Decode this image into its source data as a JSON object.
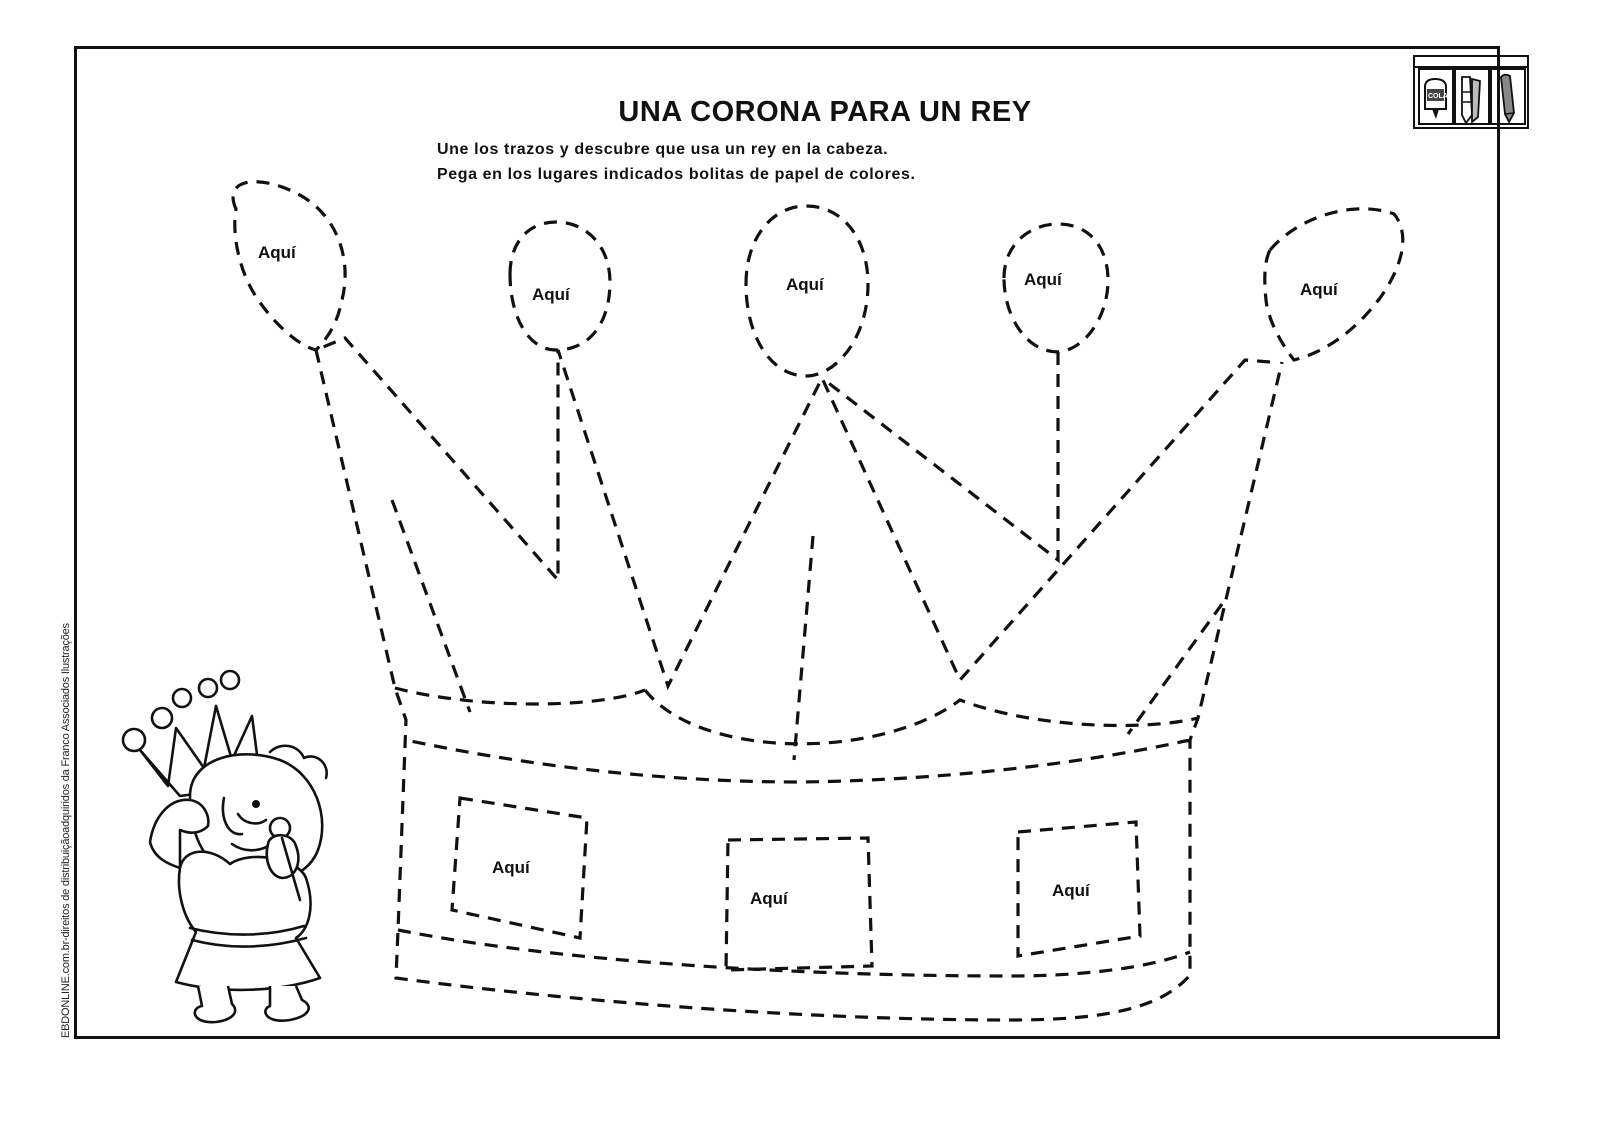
{
  "worksheet": {
    "title": "UNA CORONA PARA UN REY",
    "instructions": [
      "Une los trazos y descubre que usa un rey en la cabeza.",
      "Pega en los lugares indicados bolitas de papel de colores."
    ],
    "credit": "EBDONLINE.com.br-direitos de distribuiçãoadquiridos da Franco Associados Ilustrações",
    "tools_icons": [
      "glue-icon",
      "crayons-icon",
      "pencil-icon"
    ]
  },
  "crown": {
    "ball_labels": [
      "Aquí",
      "Aquí",
      "Aquí",
      "Aquí",
      "Aquí"
    ],
    "gem_labels": [
      "Aquí",
      "Aquí",
      "Aquí"
    ]
  },
  "colors": {
    "ink": "#111111",
    "paper": "#ffffff"
  }
}
